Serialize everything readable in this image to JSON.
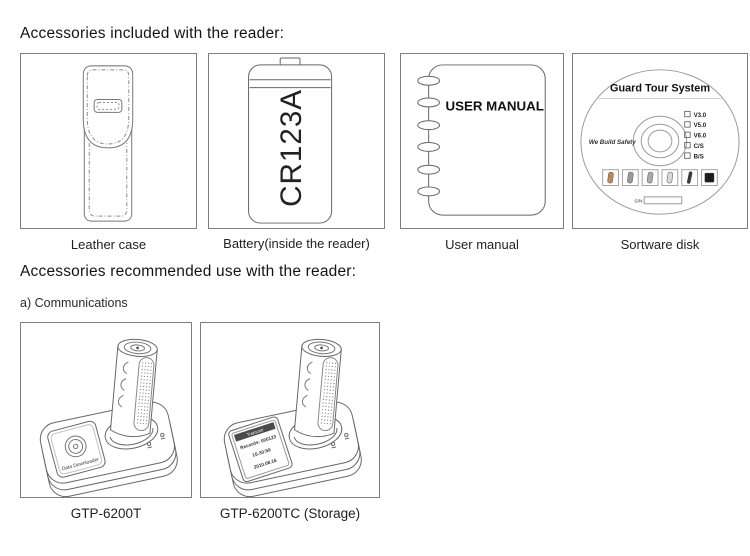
{
  "headings": {
    "included": "Accessories included with the reader:",
    "recommended": "Accessories recommended use with the reader:",
    "communications": "a) Communications"
  },
  "included": {
    "leather_case": {
      "label": "Leather case"
    },
    "battery": {
      "label": "Battery(inside the reader)",
      "print": "CR123A"
    },
    "user_manual": {
      "label": "User manual",
      "cover_text": "USER MANUAL"
    },
    "software_disk": {
      "label": "Sortware disk",
      "title": "Guard Tour System",
      "tagline": "We Build Safety",
      "versions": [
        "V3.0",
        "V5.0",
        "V6.0",
        "C/S",
        "B/S"
      ],
      "serial_label": "S/N",
      "thumbnails": [
        {
          "name": "reader-gold",
          "color": "#b98d4f"
        },
        {
          "name": "reader-gray",
          "color": "#9a9a9a"
        },
        {
          "name": "reader-silver",
          "color": "#ababab"
        },
        {
          "name": "reader-white",
          "color": "#dcd8d0"
        },
        {
          "name": "reader-pen",
          "color": "#3a3a3a"
        },
        {
          "name": "tag-black",
          "color": "#1c1c1c"
        }
      ]
    }
  },
  "recommended": {
    "gtp_6200t": {
      "label": "GTP-6200T",
      "pad_text": "Data Downloader"
    },
    "gtp_6200tc": {
      "label": "GTP-6200TC (Storage)",
      "lcd_header": "Transmit",
      "lcd_lines": [
        "Records: 000123",
        "15:30:59",
        "2010.08.16"
      ]
    }
  },
  "colors": {
    "line_art": "#666666",
    "box_border": "#7f7f7f",
    "text": "#1a1a1a",
    "lcd_header_bg": "#4a4a4a"
  }
}
